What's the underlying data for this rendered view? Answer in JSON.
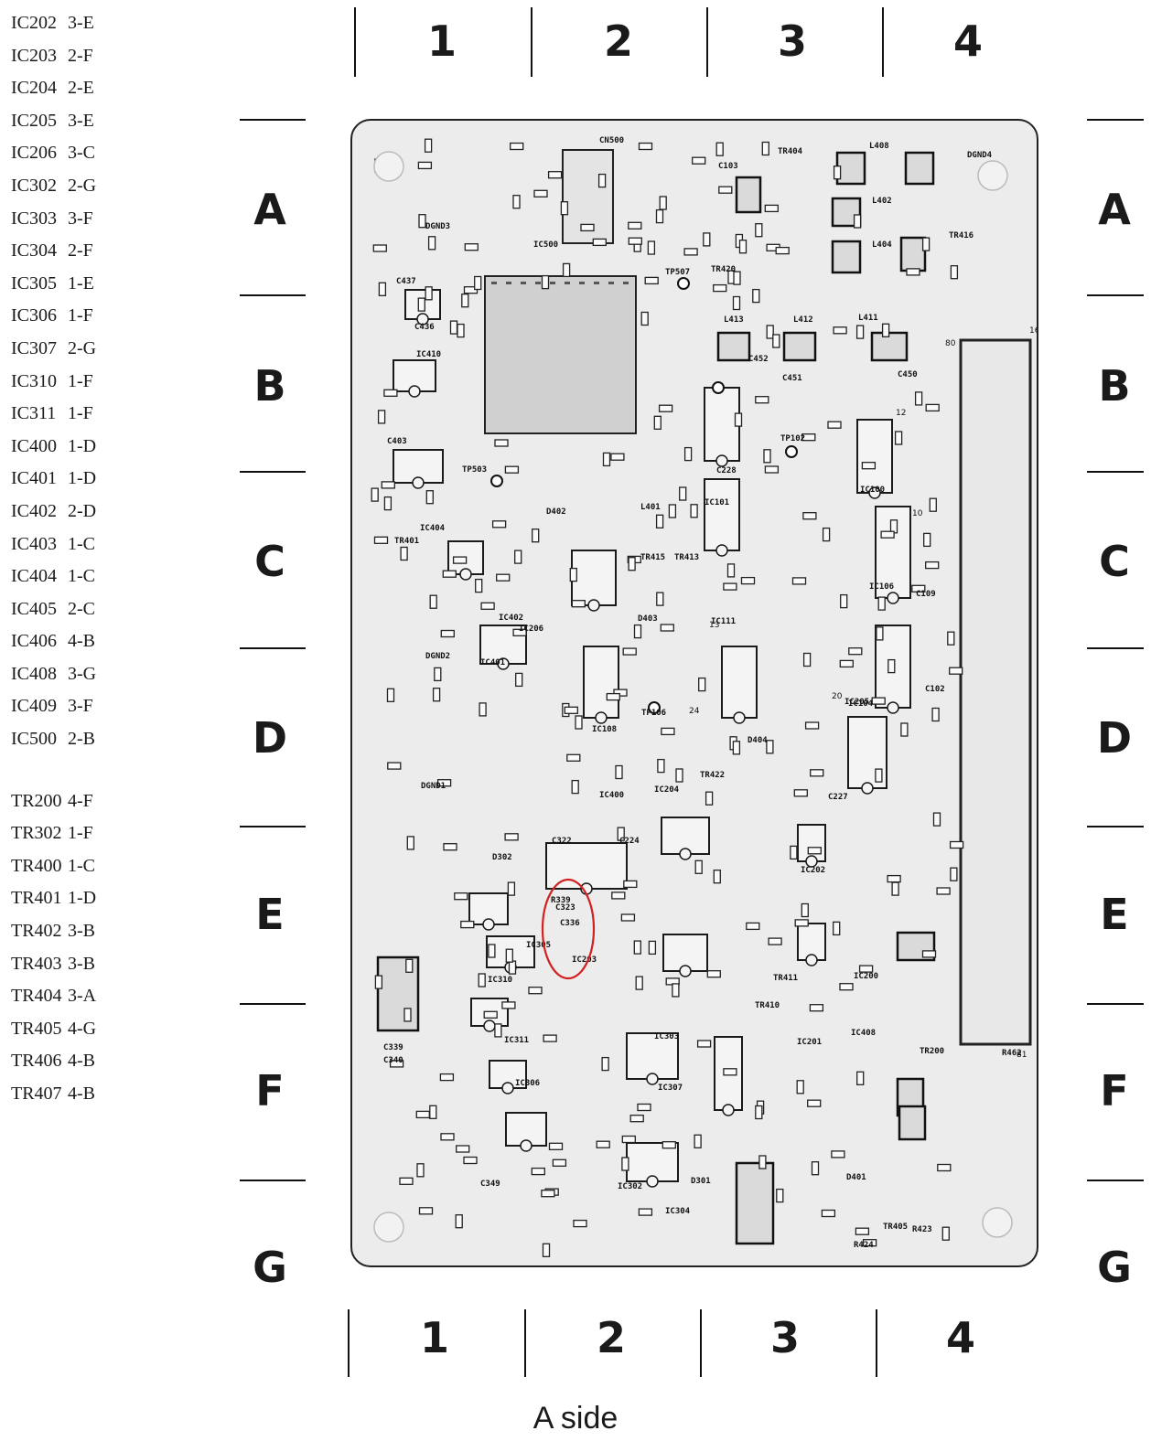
{
  "index": [
    {
      "ref": "IC202",
      "loc": "3-E"
    },
    {
      "ref": "IC203",
      "loc": "2-F"
    },
    {
      "ref": "IC204",
      "loc": "2-E"
    },
    {
      "ref": "IC205",
      "loc": "3-E"
    },
    {
      "ref": "IC206",
      "loc": "3-C"
    },
    {
      "ref": "IC302",
      "loc": "2-G"
    },
    {
      "ref": "IC303",
      "loc": "3-F"
    },
    {
      "ref": "IC304",
      "loc": "2-F"
    },
    {
      "ref": "IC305",
      "loc": "1-E"
    },
    {
      "ref": "IC306",
      "loc": "1-F"
    },
    {
      "ref": "IC307",
      "loc": "2-G"
    },
    {
      "ref": "IC310",
      "loc": "1-F"
    },
    {
      "ref": "IC311",
      "loc": "1-F"
    },
    {
      "ref": "IC400",
      "loc": "1-D"
    },
    {
      "ref": "IC401",
      "loc": "1-D"
    },
    {
      "ref": "IC402",
      "loc": "2-D"
    },
    {
      "ref": "IC403",
      "loc": "1-C"
    },
    {
      "ref": "IC404",
      "loc": "1-C"
    },
    {
      "ref": "IC405",
      "loc": "2-C"
    },
    {
      "ref": "IC406",
      "loc": "4-B"
    },
    {
      "ref": "IC408",
      "loc": "3-G"
    },
    {
      "ref": "IC409",
      "loc": "3-F"
    },
    {
      "ref": "IC500",
      "loc": "2-B"
    }
  ],
  "transistors": [
    {
      "ref": "TR200",
      "loc": "4-F"
    },
    {
      "ref": "TR302",
      "loc": "1-F"
    },
    {
      "ref": "TR400",
      "loc": "1-C"
    },
    {
      "ref": "TR401",
      "loc": "1-D"
    },
    {
      "ref": "TR402",
      "loc": "3-B"
    },
    {
      "ref": "TR403",
      "loc": "3-B"
    },
    {
      "ref": "TR404",
      "loc": "3-A"
    },
    {
      "ref": "TR405",
      "loc": "4-G"
    },
    {
      "ref": "TR406",
      "loc": "4-B"
    },
    {
      "ref": "TR407",
      "loc": "4-B"
    }
  ],
  "grid": {
    "columns": [
      "1",
      "2",
      "3",
      "4"
    ],
    "rows": [
      "A",
      "B",
      "C",
      "D",
      "E",
      "F",
      "G"
    ]
  },
  "board": {
    "highlight_color": "#d42020",
    "labels": [
      "CN500",
      "DGND4",
      "DGND3",
      "DGND2",
      "DGND1",
      "IC500",
      "TR404",
      "TR416",
      "C437",
      "C436",
      "IC410",
      "C403",
      "TP503",
      "IC404",
      "TR401",
      "IC402",
      "IC401",
      "IC400",
      "IC206",
      "IC101",
      "IC100",
      "IC106",
      "IC111",
      "IC108",
      "IC104",
      "IC205",
      "IC204",
      "IC202",
      "IC203",
      "IC305",
      "IC310",
      "IC311",
      "IC306",
      "IC307",
      "IC304",
      "IC303",
      "IC302",
      "IC201",
      "IC200",
      "IC408",
      "TR415",
      "TR413",
      "TR420",
      "TR422",
      "TR410",
      "TR411",
      "TR405",
      "TR200",
      "C322",
      "C224",
      "R339",
      "C323",
      "C336",
      "L401",
      "L408",
      "L402",
      "L404",
      "L413",
      "L412",
      "L411",
      "D402",
      "D403",
      "D404",
      "D302",
      "D301",
      "D401",
      "C339",
      "C340",
      "C349",
      "R424",
      "R423",
      "R462",
      "C109",
      "C102",
      "C227",
      "TP507",
      "TP102",
      "TP106",
      "C450",
      "C452",
      "C451",
      "C103",
      "C228"
    ]
  },
  "caption": "A side"
}
